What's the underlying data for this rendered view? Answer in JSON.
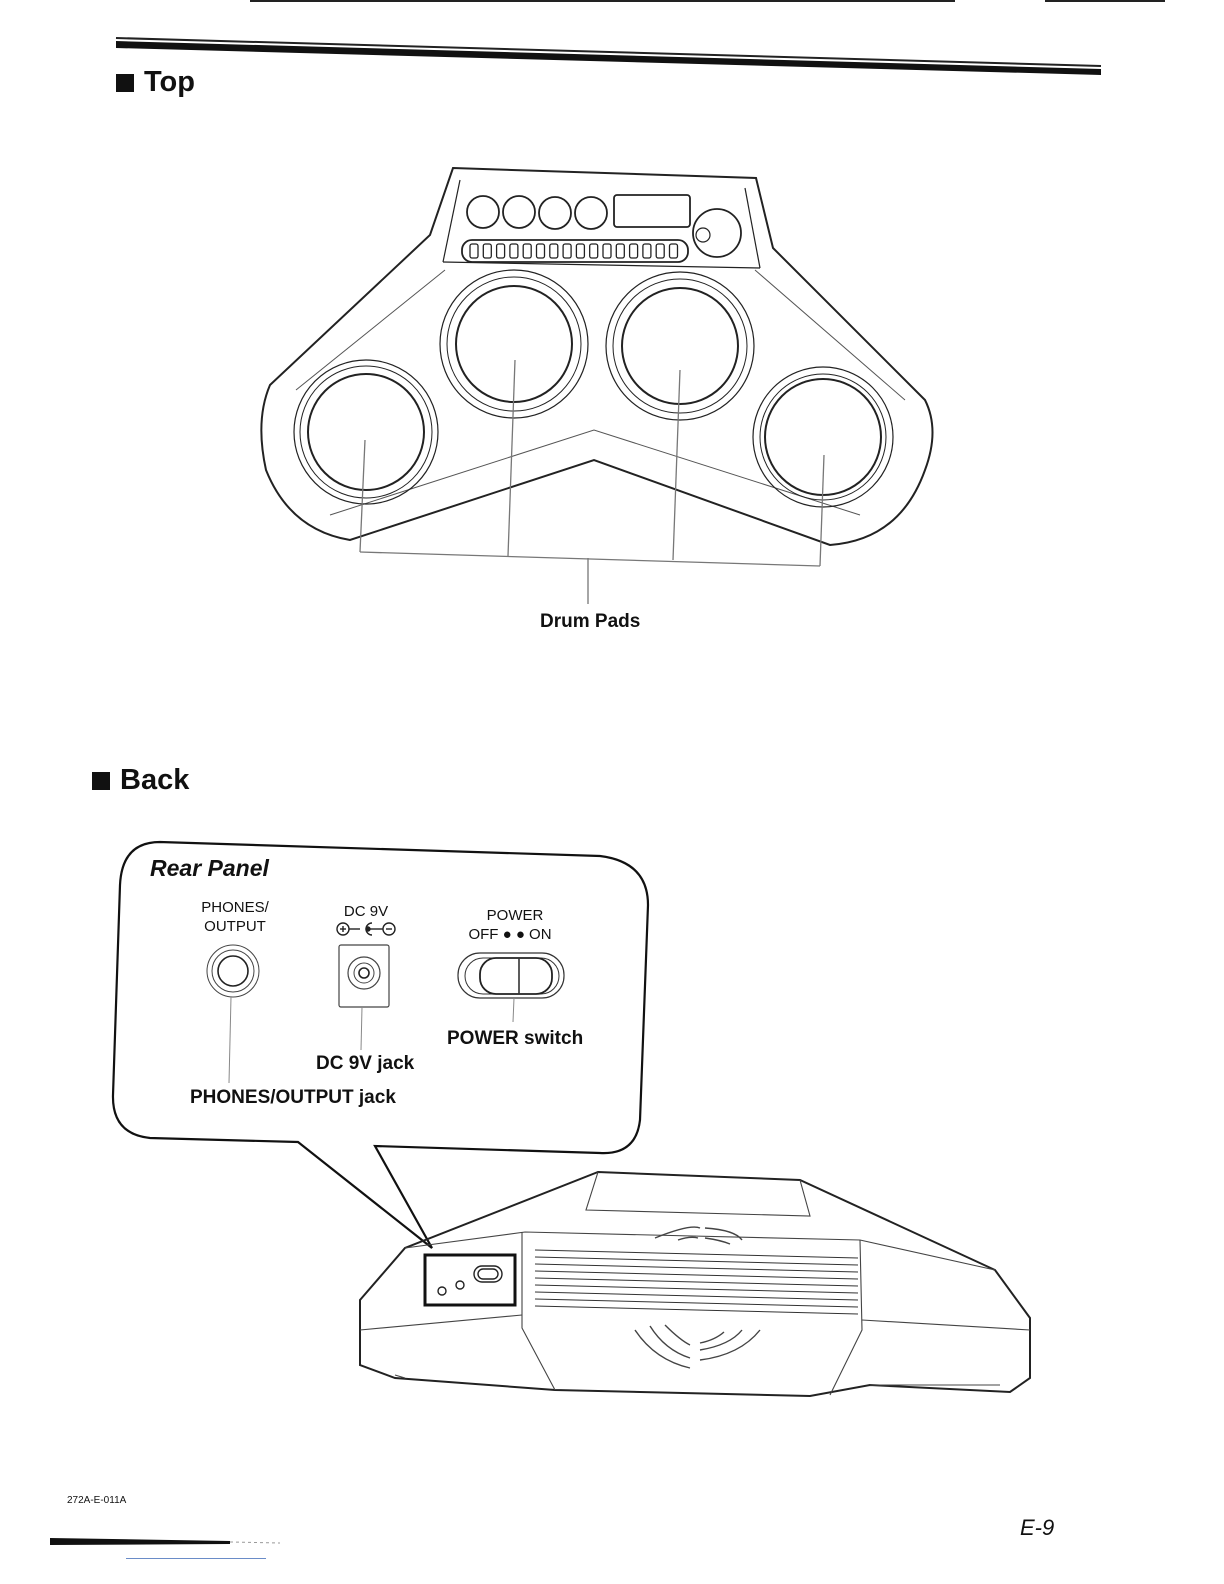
{
  "top_section": {
    "title": "Top"
  },
  "top_diagram": {
    "drum_pads_label": "Drum Pads"
  },
  "back_section": {
    "title": "Back"
  },
  "rear_panel": {
    "title": "Rear Panel",
    "phones_label_line1": "PHONES/",
    "phones_label_line2": "OUTPUT",
    "dc_label": "DC 9V",
    "power_label": "POWER",
    "off_on_label": "OFF ● ● ON",
    "power_switch_label": "POWER switch",
    "dc_jack_label": "DC 9V jack",
    "phones_jack_label": "PHONES/OUTPUT jack"
  },
  "footer": {
    "code": "272A-E-011A",
    "page": "E-9"
  },
  "icons": [
    "bullet-square-icon",
    "polarity-symbol-icon"
  ]
}
